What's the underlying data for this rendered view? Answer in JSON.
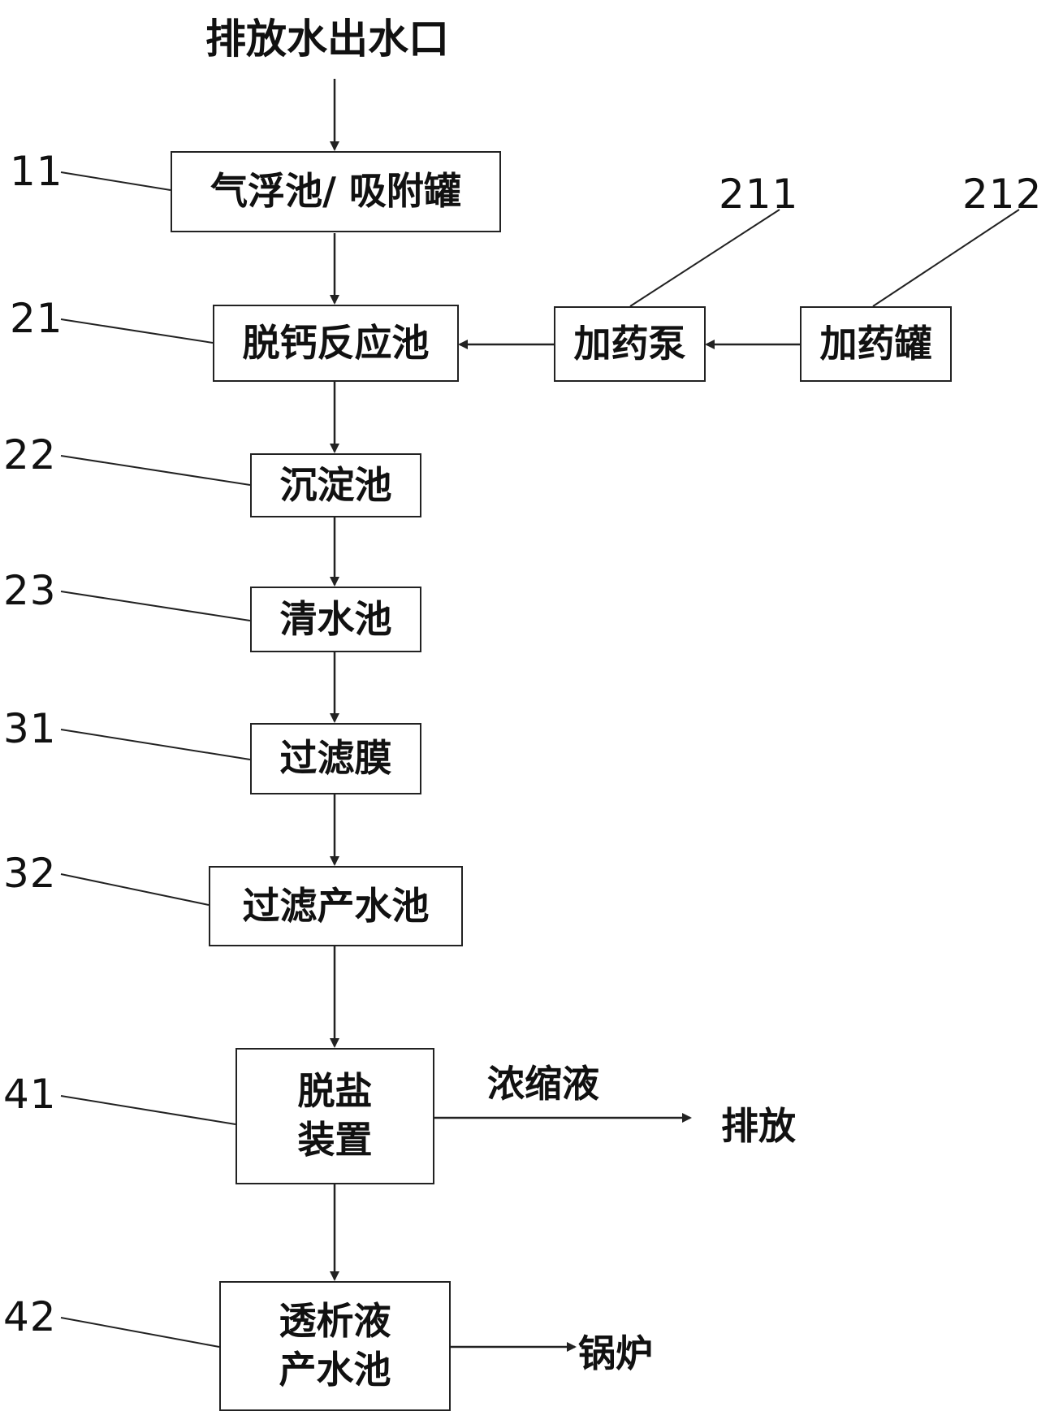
{
  "title": "排放水出水口",
  "boxes": {
    "b11": "气浮池/ 吸附罐",
    "b21": "脱钙反应池",
    "b211": "加药泵",
    "b212": "加药罐",
    "b22": "沉淀池",
    "b23": "清水池",
    "b31": "过滤膜",
    "b32": "过滤产水池",
    "b41_line1": "脱盐",
    "b41_line2": "装置",
    "b42_line1": "透析液",
    "b42_line2": "产水池"
  },
  "labels": {
    "concentrate": "浓缩液",
    "discharge": "排放",
    "boiler": "锅炉"
  },
  "refs": {
    "r11": "11",
    "r21": "21",
    "r211": "211",
    "r212": "212",
    "r22": "22",
    "r23": "23",
    "r31": "31",
    "r32": "32",
    "r41": "41",
    "r42": "42"
  }
}
